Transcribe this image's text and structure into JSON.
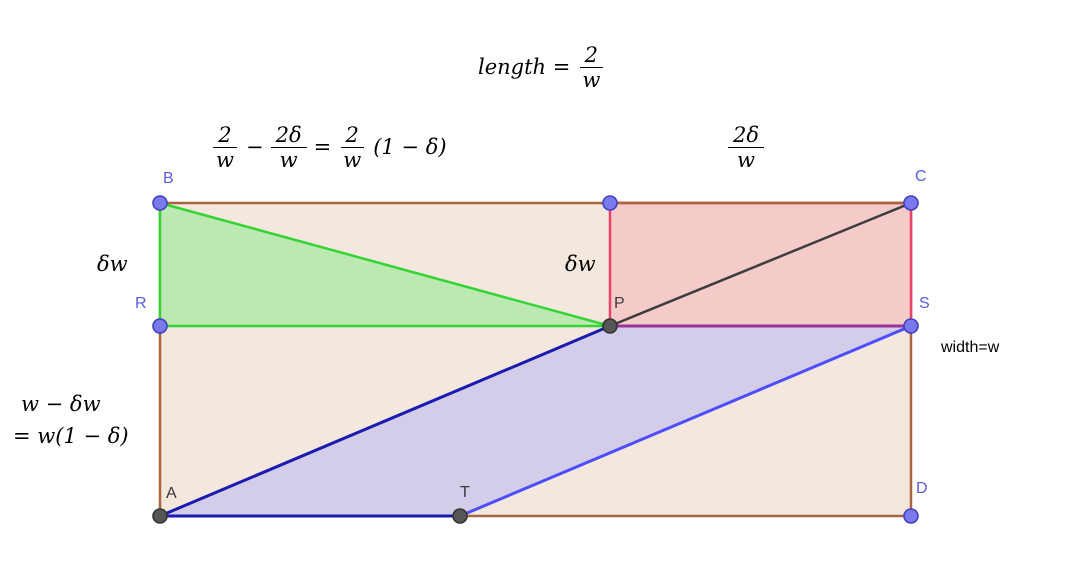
{
  "palette": {
    "outer_stroke": "#a9653f",
    "outer_fill": "#f3e7de",
    "green_stroke": "#35d435",
    "green_fill": "#bce8b2",
    "red_stroke": "#e8446a",
    "red_fill": "#f5cbca",
    "purple_stroke": "#993399",
    "navy_stroke": "#1b1bb0",
    "blue_stroke": "#4d4dff",
    "lavender_fill": "#d3cde9",
    "diagonal_stroke": "#3d3d3d",
    "blue_point_fill": "#7a7aec",
    "blue_point_stroke": "#4040c0",
    "dark_point_fill": "#565656",
    "dark_point_stroke": "#333333",
    "blue_label": "#5b5be0",
    "dark_label": "#3a3a3a"
  },
  "formulas": {
    "length": {
      "prefix": "length =",
      "num": "2",
      "den": "w"
    },
    "top_left": {
      "n1": "2",
      "d1": "w",
      "op1": "−",
      "n2": "2δ",
      "d2": "w",
      "op2": "=",
      "n3": "2",
      "d3": "w",
      "suffix": "(1 − δ)"
    },
    "top_right": {
      "num": "2δ",
      "den": "w"
    },
    "delta_w_left": "δw",
    "delta_w_mid": "δw",
    "width_expr_line1": "w − δw",
    "width_expr_line2": "= w(1 − δ)",
    "width_label": "width=w"
  },
  "points": {
    "B": "B",
    "C": "C",
    "R": "R",
    "S": "S",
    "P": "P",
    "A": "A",
    "T": "T",
    "D": "D"
  }
}
